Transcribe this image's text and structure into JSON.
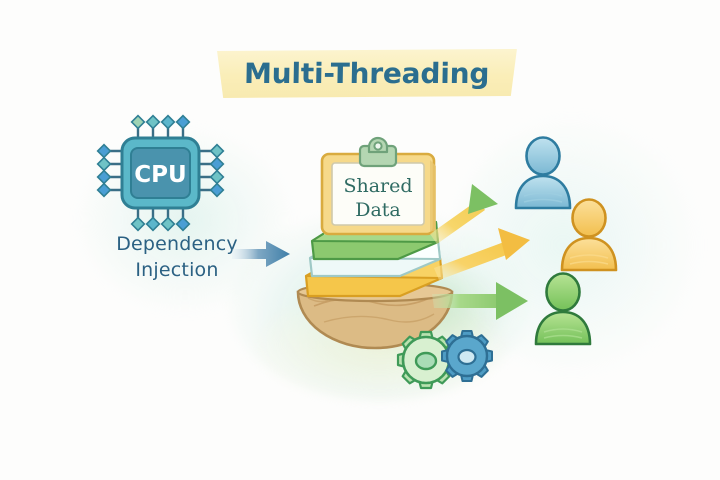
{
  "title": {
    "text": "Multi-Threading",
    "banner_color": "#faeeb8",
    "text_color": "#2b6e8f"
  },
  "cpu": {
    "label": "CPU",
    "body_color": "#5bb8c9",
    "inner_color": "#4a93ad",
    "outline_color": "#2f7f94",
    "pin_color": "#3a6e86",
    "text_color": "#ffffff"
  },
  "dependency_injection": {
    "line1": "Dependency",
    "line2": "Injection",
    "text_color": "#2b6183"
  },
  "shared_data": {
    "line1": "Shared",
    "line2": "Data",
    "text_color": "#2f6b63",
    "paper_color": "#fdfdf8",
    "board_color": "#f6d98a",
    "clip_color": "#b4d6b2"
  },
  "stack": {
    "layers": [
      {
        "name": "top-green-layer",
        "color": "#a7d98a"
      },
      {
        "name": "middle-white-layer",
        "color": "#f2fbfb"
      },
      {
        "name": "bottom-yellow-layer",
        "color": "#f5c64a"
      }
    ],
    "bowl_color": "#dcbb85",
    "bowl_outline": "#b08a52"
  },
  "gears": [
    {
      "name": "green-gear",
      "color": "#8fd09a",
      "outline": "#3f9a58"
    },
    {
      "name": "blue-gear",
      "color": "#5aa7cc",
      "outline": "#2e6f94"
    }
  ],
  "threads": [
    {
      "name": "thread-1",
      "user_color": "#8ec6dd",
      "user_outline": "#2e7ca0",
      "arrow_shaft": "#f6cf5a",
      "arrow_head": "#7cc063"
    },
    {
      "name": "thread-2",
      "user_color": "#f6cd63",
      "user_outline": "#cf9220",
      "arrow_shaft": "#f6cf5a",
      "arrow_head": "#f3bd42"
    },
    {
      "name": "thread-3",
      "user_color": "#8fd06a",
      "user_outline": "#2f7a3c",
      "arrow_shaft": "#a8d98a",
      "arrow_head": "#7cc063"
    }
  ],
  "di_arrow": {
    "name": "dependency-injection-arrow",
    "color_start": "#cfe3ef",
    "color_end": "#3f7fa8"
  },
  "background": {
    "base_color": "#fdfdfc",
    "wash_teal": "#b0e2db",
    "wash_cream": "#faf3cd"
  }
}
